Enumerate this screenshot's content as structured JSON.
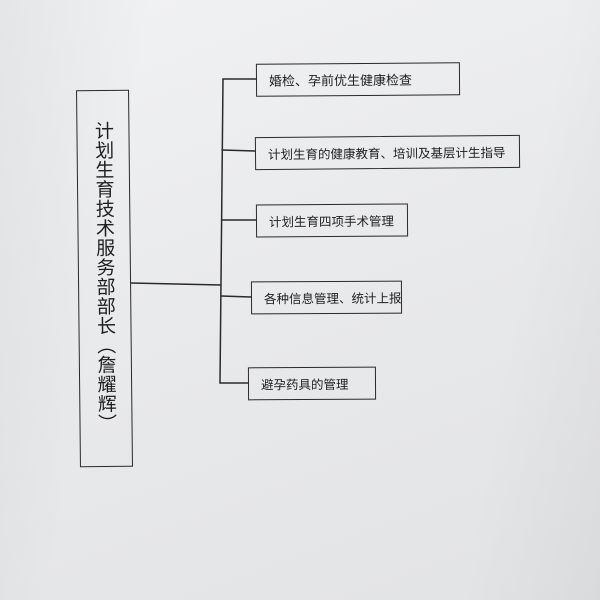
{
  "diagram": {
    "head": {
      "text": "计划生育技术服务部部长（詹耀辉）"
    },
    "items": [
      {
        "label": "婚检、孕前优生健康检查"
      },
      {
        "label": "计划生育的健康教育、培训及基层计生指导"
      },
      {
        "label": "计划生育四项手术管理"
      },
      {
        "label": "各种信息管理、统计上报"
      },
      {
        "label": "避孕药具的管理"
      }
    ]
  },
  "colors": {
    "line": "#2a2a2a",
    "paper": "#ebecee"
  }
}
